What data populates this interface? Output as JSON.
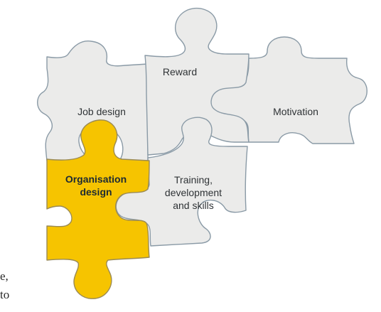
{
  "diagram": {
    "pieces": {
      "reward": {
        "label": "Reward"
      },
      "job_design": {
        "label": "Job design"
      },
      "motivation": {
        "label": "Motivation"
      },
      "organisation_design": {
        "label_lines": [
          "Organisation",
          "design"
        ]
      },
      "training": {
        "label_lines": [
          "Training,",
          "development",
          "and skills"
        ]
      }
    },
    "colors": {
      "piece_fill": "#ebebea",
      "highlight_fill": "#f6c400",
      "outline": "#8a9aa6"
    }
  },
  "cut_text": {
    "line1": "e,",
    "line2": "to"
  }
}
